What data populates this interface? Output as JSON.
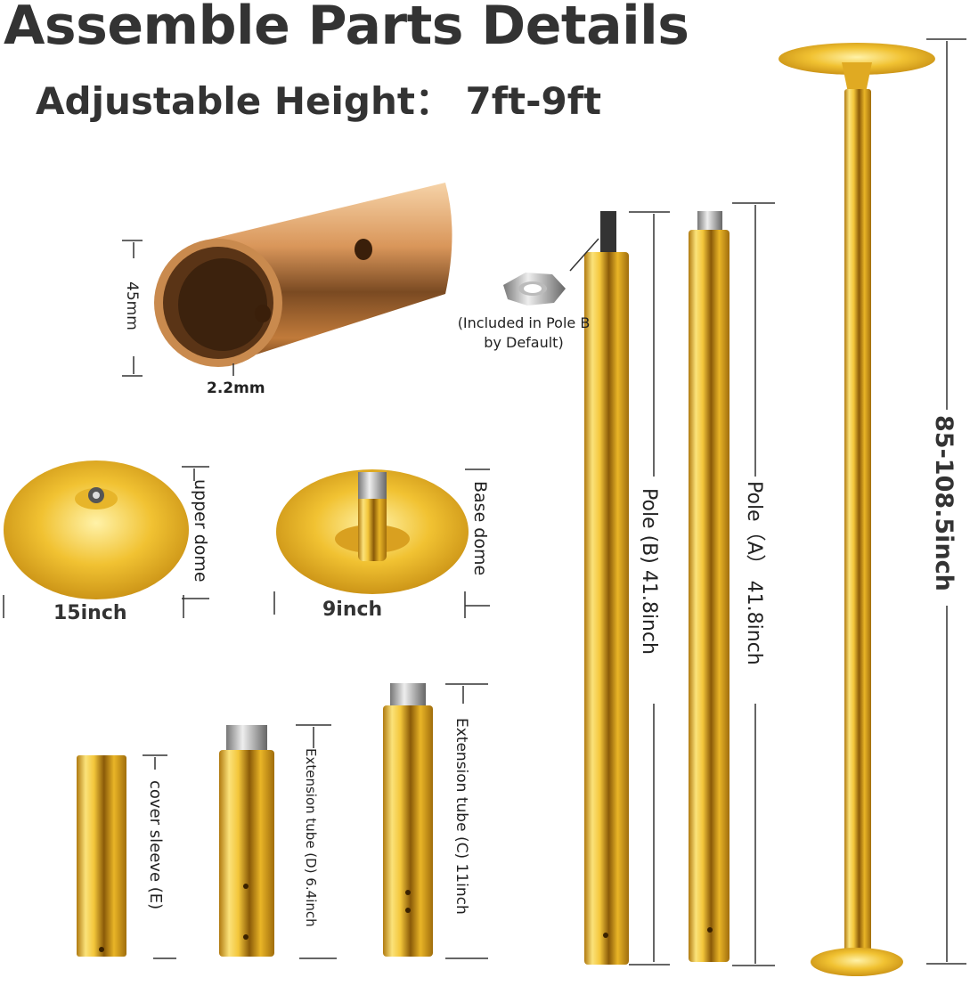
{
  "header": {
    "title": "Assemble Parts Details",
    "subtitle": "Adjustable Height： 7ft-9ft"
  },
  "tube_detail": {
    "diameter": "45mm",
    "wall_thickness": "2.2mm"
  },
  "domes": {
    "upper": {
      "name": "upper dome",
      "size": "15inch"
    },
    "base": {
      "name": "Base dome",
      "size": "9inch"
    }
  },
  "poles": {
    "pole_b": "Pole (B) 41.8inch",
    "pole_a": "Pole（A） 41.8inch",
    "total_height": "85-108.5inch",
    "nut_note_line1": "(Included in Pole B",
    "nut_note_line2": "by Default)"
  },
  "small_parts": {
    "cover_sleeve": "cover sleeve (E)",
    "extension_d": "Extension tube (D) 6.4inch",
    "extension_c": "Extension tube (C) 11inch"
  },
  "colors": {
    "gold_light": "#fbe27a",
    "gold_mid": "#e2ad1e",
    "gold_dark": "#8a5a08",
    "bronze_light": "#f0c89a",
    "bronze_dark": "#7a4a22"
  }
}
